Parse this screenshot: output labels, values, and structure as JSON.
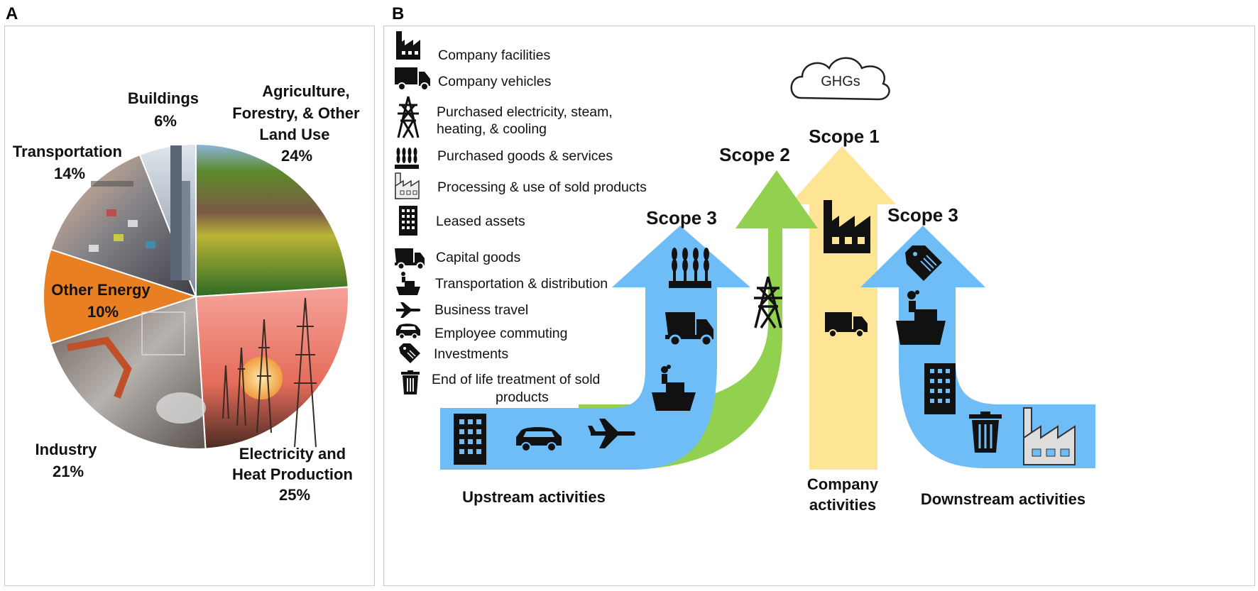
{
  "panel_a": {
    "letter": "A",
    "chart_data": {
      "type": "pie",
      "slices": [
        {
          "name": "Agriculture, Forestry, & Other Land Use",
          "value": 24,
          "label_lines": [
            "Agriculture,",
            "Forestry, & Other",
            "Land Use",
            "24%"
          ]
        },
        {
          "name": "Electricity and Heat Production",
          "value": 25,
          "label_lines": [
            "Electricity and",
            "Heat Production",
            "25%"
          ]
        },
        {
          "name": "Industry",
          "value": 21,
          "label_lines": [
            "Industry",
            "21%"
          ]
        },
        {
          "name": "Other Energy",
          "value": 10,
          "label_lines": [
            "Other Energy",
            "10%"
          ]
        },
        {
          "name": "Transportation",
          "value": 14,
          "label_lines": [
            "Transportation",
            "14%"
          ]
        },
        {
          "name": "Buildings",
          "value": 6,
          "label_lines": [
            "Buildings",
            "6%"
          ]
        }
      ]
    }
  },
  "panel_b": {
    "letter": "B",
    "cloud_label": "GHGs",
    "scope1": "Scope 1",
    "scope2": "Scope 2",
    "scope3_upstream": "Scope 3",
    "scope3_downstream": "Scope 3",
    "upstream_label": "Upstream activities",
    "company_label_1": "Company",
    "company_label_2": "activities",
    "downstream_label": "Downstream activities",
    "legend": [
      {
        "icon": "factory-icon",
        "text": [
          "Company facilities"
        ]
      },
      {
        "icon": "truck-icon",
        "text": [
          "Company vehicles"
        ]
      },
      {
        "icon": "power-tower-icon",
        "text": [
          "Purchased electricity, steam,",
          "heating, & cooling"
        ]
      },
      {
        "icon": "wheat-icon",
        "text": [
          "Purchased goods & services"
        ]
      },
      {
        "icon": "outline-factory-icon",
        "text": [
          "Processing & use of sold products"
        ]
      },
      {
        "icon": "building-icon",
        "text": [
          "Leased assets"
        ]
      },
      {
        "icon": "dump-truck-icon",
        "text": [
          "Capital goods"
        ]
      },
      {
        "icon": "ship-icon",
        "text": [
          "Transportation & distribution"
        ]
      },
      {
        "icon": "airplane-icon",
        "text": [
          "Business travel"
        ]
      },
      {
        "icon": "car-icon",
        "text": [
          "Employee commuting"
        ]
      },
      {
        "icon": "tag-icon",
        "text": [
          "Investments"
        ]
      },
      {
        "icon": "trash-icon",
        "text": [
          "End of life treatment of sold",
          "products"
        ]
      }
    ],
    "colors": {
      "scope1": "#fde595",
      "scope2": "#92d050",
      "scope3": "#6fbdf7"
    }
  }
}
